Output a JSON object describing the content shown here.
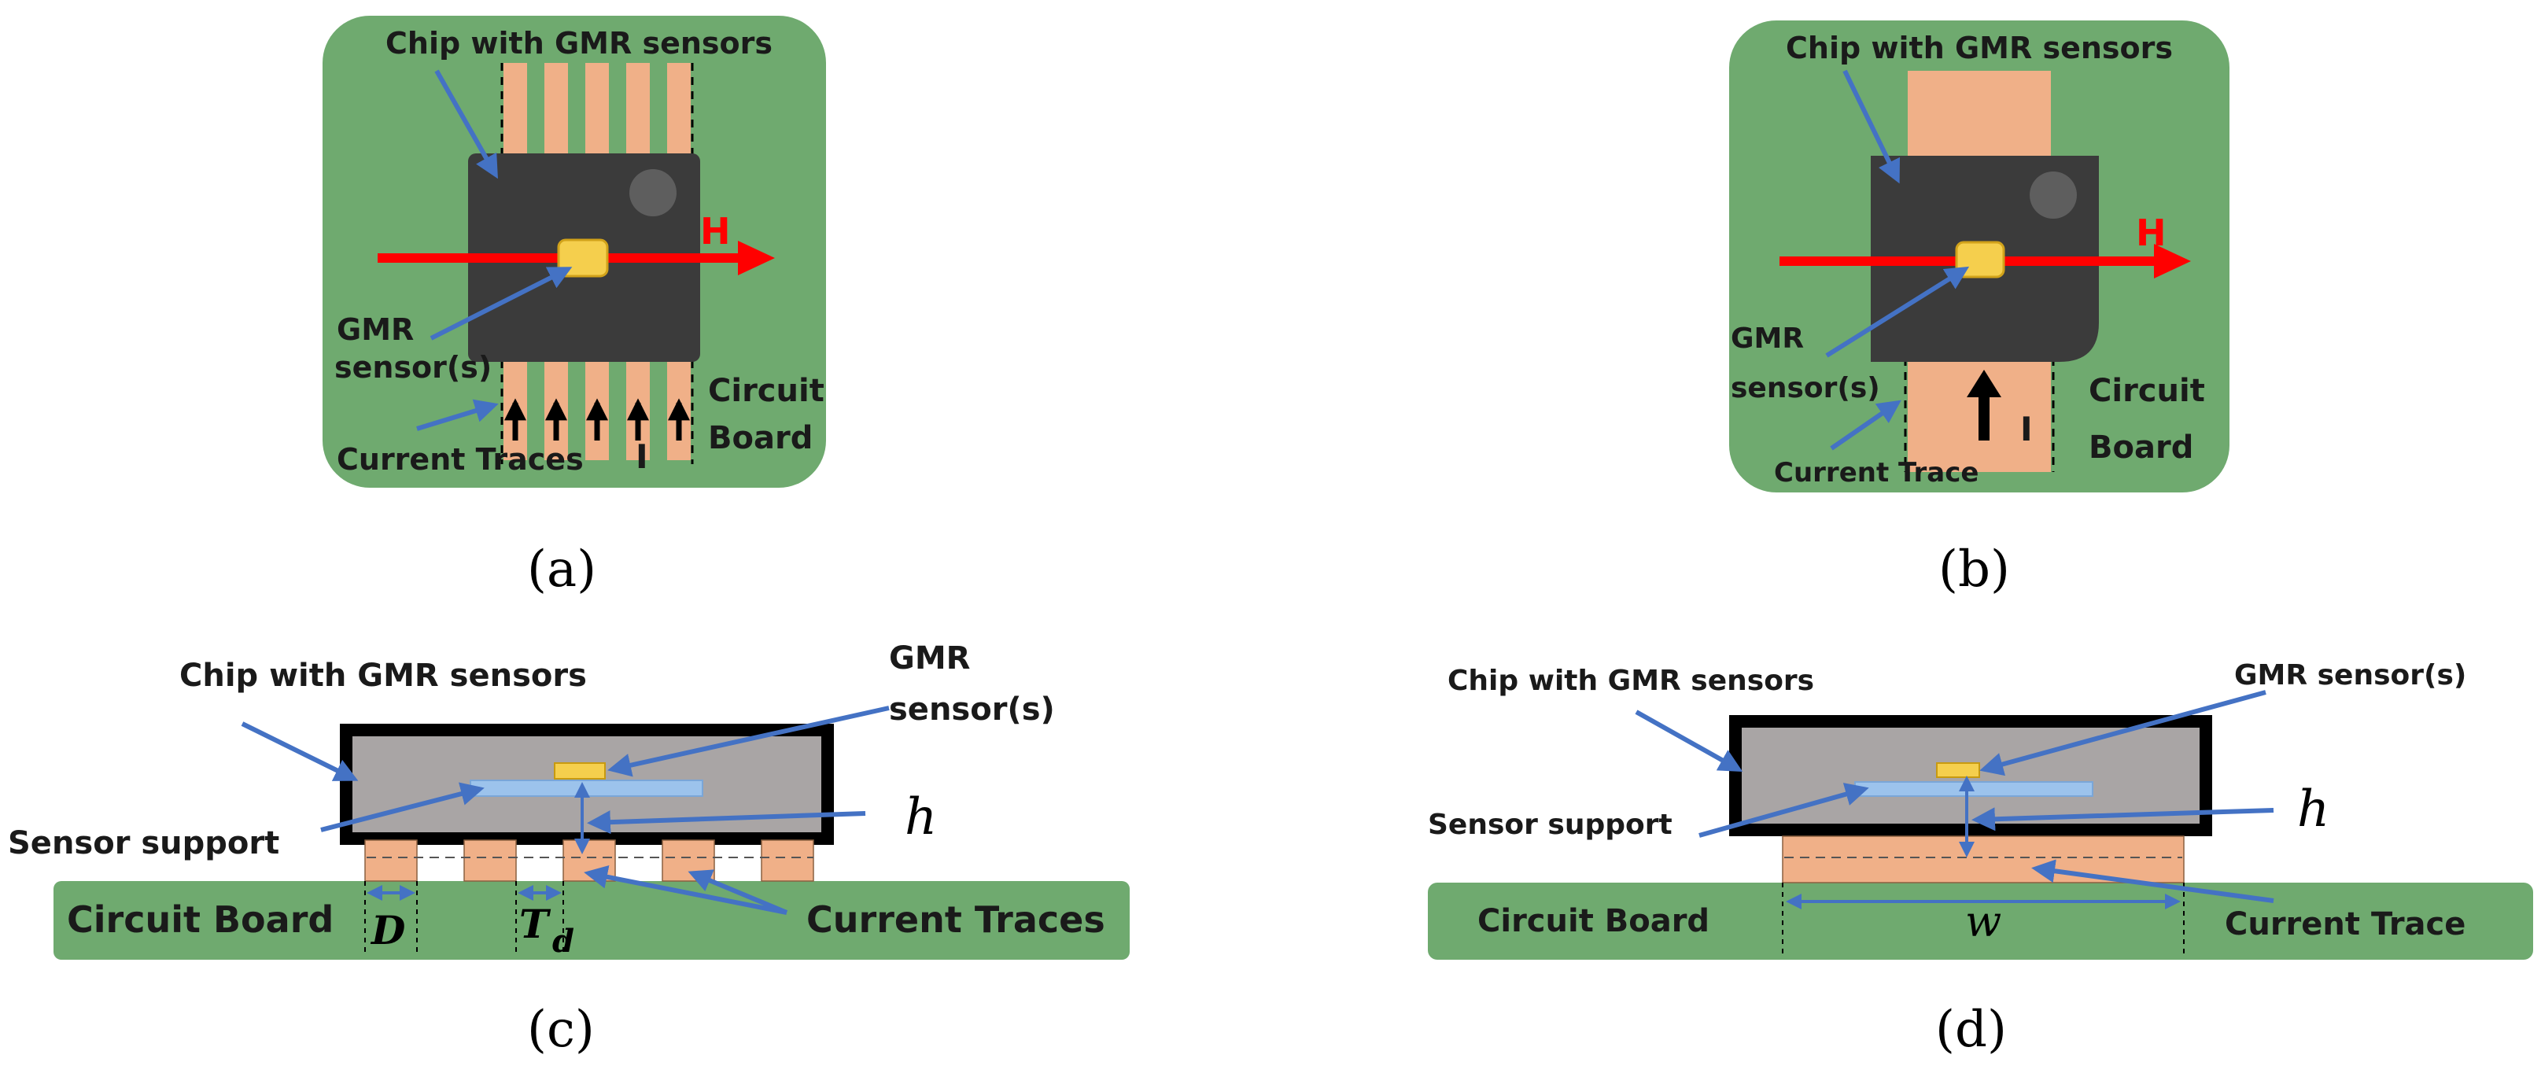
{
  "colors": {
    "board": "#6faa6f",
    "trace": "#f0b088",
    "chip": "#3b3b3b",
    "chip_body_section": "#a9a5a5",
    "sensor": "#f5cf4d",
    "support": "#9cc3ec",
    "arrow_blue": "#4472c4",
    "field_red": "#ff0000"
  },
  "panel_a": {
    "chip_label": "Chip with GMR sensors",
    "field_label": "H",
    "sensor_label_line1": "GMR",
    "sensor_label_line2": "sensor(s)",
    "board_label_line1": "Circuit",
    "board_label_line2": "Board",
    "traces_label": "Current Traces",
    "current_label": "I",
    "caption": "(a)"
  },
  "panel_b": {
    "chip_label": "Chip with GMR sensors",
    "field_label": "H",
    "sensor_label_line1": "GMR",
    "sensor_label_line2": "sensor(s)",
    "board_label_line1": "Circuit",
    "board_label_line2": "Board",
    "trace_label": "Current Trace",
    "current_label": "I",
    "caption": "(b)"
  },
  "panel_c": {
    "chip_label": "Chip with GMR sensors",
    "sensor_label_line1": "GMR",
    "sensor_label_line2": "sensor(s)",
    "support_label": "Sensor support",
    "h_label": "h",
    "board_label": "Circuit Board",
    "d_label": "D",
    "t_label": "T",
    "td_sub": "d",
    "traces_label": "Current Traces",
    "caption": "(c)"
  },
  "panel_d": {
    "chip_label": "Chip with GMR sensors",
    "sensor_label": "GMR sensor(s)",
    "support_label": "Sensor support",
    "h_label": "h",
    "board_label": "Circuit Board",
    "w_label": "w",
    "trace_label": "Current Trace",
    "caption": "(d)"
  }
}
